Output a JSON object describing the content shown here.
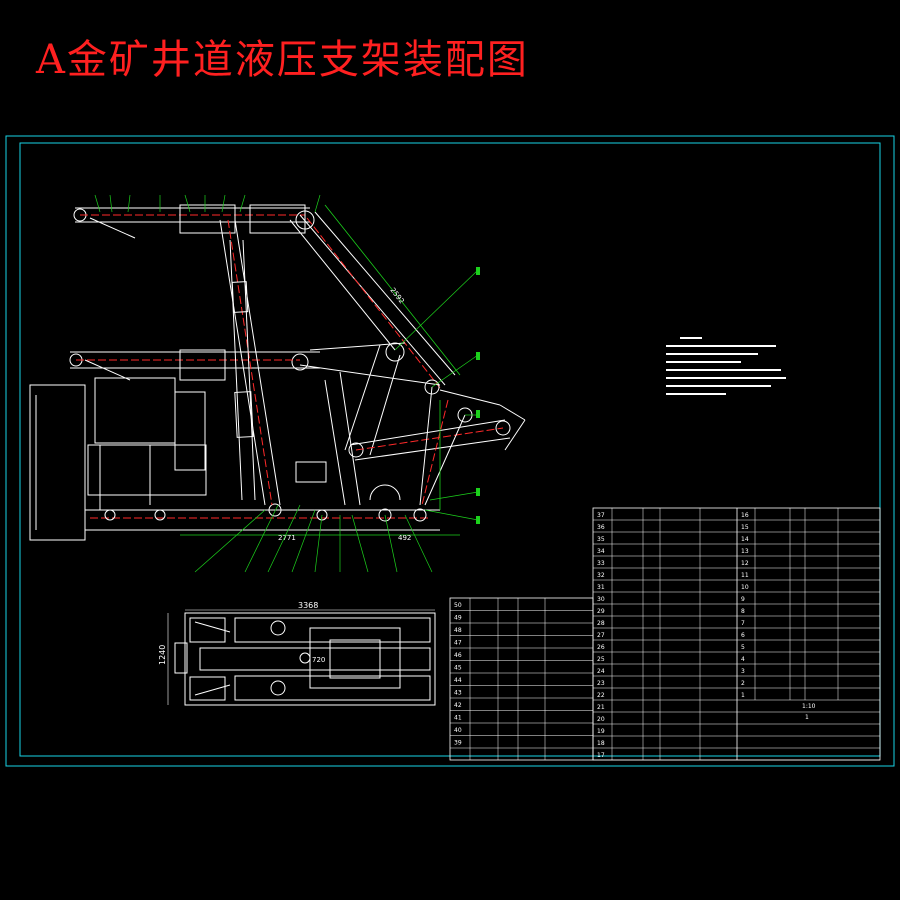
{
  "title": "A金矿井道液压支架装配图",
  "dimensions": {
    "d1": "2592",
    "d2": "2771",
    "d3": "492",
    "d4": "3368",
    "d5": "1240",
    "d6": "720"
  },
  "right_table": {
    "left_numbers": [
      "37",
      "36",
      "35",
      "34",
      "33",
      "32",
      "31",
      "30",
      "29",
      "28",
      "27",
      "26",
      "25",
      "24",
      "23",
      "22",
      "21",
      "20",
      "19",
      "18",
      "17"
    ],
    "right_numbers": [
      "16",
      "15",
      "14",
      "13",
      "12",
      "11",
      "10",
      "9",
      "8",
      "7",
      "6",
      "5",
      "4",
      "3",
      "2",
      "1"
    ],
    "scale_value": "1:10",
    "count_value": "1"
  },
  "left_table": {
    "numbers": [
      "50",
      "49",
      "48",
      "47",
      "46",
      "45",
      "44",
      "43",
      "42",
      "41",
      "40",
      "39"
    ]
  },
  "colors": {
    "title": "#ff2020",
    "border": "#19d3e6",
    "structure": "#ffffff",
    "centerline": "#ff2a2a",
    "leader": "#1cd11c"
  }
}
